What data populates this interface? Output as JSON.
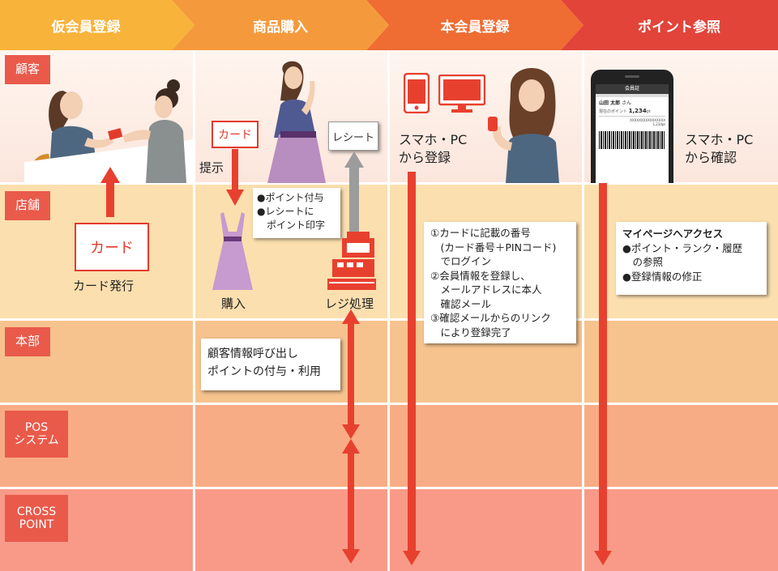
{
  "steps": [
    {
      "label": "仮会員登録",
      "color": "#f8b33a"
    },
    {
      "label": "商品購入",
      "color": "#f59a3c"
    },
    {
      "label": "本会員登録",
      "color": "#ef6c32"
    },
    {
      "label": "ポイント参照",
      "color": "#e2443a"
    }
  ],
  "rows": {
    "customer": "顧客",
    "store": "店舗",
    "hq": "本部",
    "pos": "POS\nシステム",
    "crosspoint": "CROSS\nPOINT"
  },
  "col1": {
    "card_box": "カード",
    "card_issue": "カード発行"
  },
  "col2": {
    "card_tag": "カード",
    "present": "提示",
    "receipt": "レシート",
    "pos_notes": [
      "●ポイント付与",
      "●レシートに",
      "　ポイント印字"
    ],
    "purchase": "購入",
    "register": "レジ処理",
    "hq_box": [
      "顧客情報呼び出し",
      "ポイントの付与・利用"
    ]
  },
  "col3": {
    "caption": [
      "スマホ・PC",
      "から登録"
    ],
    "steps": [
      "①カードに記載の番号",
      "　(カード番号＋PINコード)",
      "　でログイン",
      "②会員情報を登録し、",
      "　メールアドレスに本人",
      "　確認メール",
      "③確認メールからのリンク",
      "　により登録完了"
    ]
  },
  "col4": {
    "caption": [
      "スマホ・PC",
      "から確認"
    ],
    "box_title": "マイページへアクセス",
    "box_items": [
      "●ポイント・ランク・履歴",
      "　の参照",
      "●登録情報の修正"
    ],
    "phone": {
      "header": "会員証",
      "name": "山田 太郎",
      "name_suffix": "さん",
      "points_label": "現在のポイント",
      "points": "1,234",
      "points_unit": "pt",
      "card_number": "XXXXXXXXXXXXXXXX",
      "points_small": "1,234pt"
    }
  },
  "colors": {
    "accent": "#e23b2e",
    "row_customer": "#fbe6dc",
    "row_store": "#fcdfae",
    "row_hq": "#f6c38e",
    "row_pos": "#f8ac85",
    "row_crosspoint": "#f99a88"
  }
}
